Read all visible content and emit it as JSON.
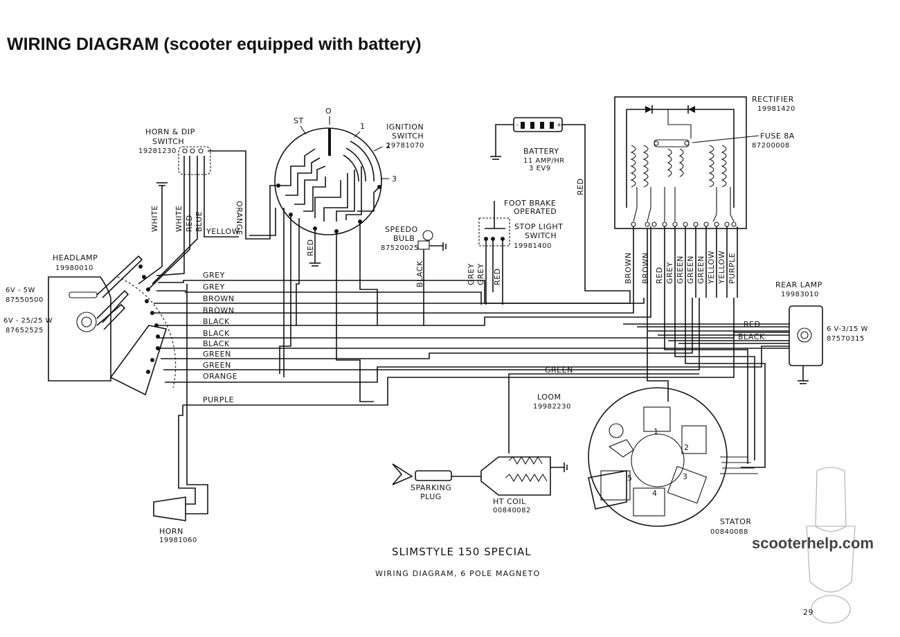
{
  "title": "WIRING DIAGRAM (scooter equipped with battery)",
  "caption": {
    "model": "SLIMSTYLE 150 SPECIAL",
    "subtitle": "WIRING DIAGRAM, 6 POLE MAGNETO"
  },
  "watermark": "scooterhelp.com",
  "page_number": "29",
  "components": {
    "horn_dip_switch": {
      "name_line1": "HORN & DIP",
      "name_line2": "SWITCH",
      "code": "19281230"
    },
    "ignition_switch": {
      "name_line1": "IGNITION",
      "name_line2": "SWITCH",
      "code": "19781070",
      "positions": [
        "O",
        "1",
        "2",
        "3",
        "ST"
      ]
    },
    "battery": {
      "name": "BATTERY",
      "spec1": "11 AMP/HR",
      "spec2": "3 EV9"
    },
    "rectifier": {
      "name": "RECTIFIER",
      "code": "19981420"
    },
    "fuse": {
      "name": "FUSE 8A",
      "code": "87200008"
    },
    "headlamp": {
      "name": "HEADLAMP",
      "code": "19980010",
      "bulb1_spec": "6V - 5W",
      "bulb1_code": "87550500",
      "bulb2_spec": "6V - 25/25 W",
      "bulb2_code": "87652525"
    },
    "speedo_bulb": {
      "name_line1": "SPEEDO",
      "name_line2": "BULB",
      "code": "87520025"
    },
    "foot_brake": {
      "name_line1": "FOOT BRAKE",
      "name_line2": "OPERATED"
    },
    "stop_light_switch": {
      "name_line1": "STOP LIGHT",
      "name_line2": "SWITCH",
      "code": "19981400"
    },
    "rear_lamp": {
      "name": "REAR LAMP",
      "code": "19983010",
      "spec": "6 V-3/15 W",
      "bulb_code": "87570315"
    },
    "loom": {
      "name": "LOOM",
      "code": "19982230"
    },
    "sparking_plug": {
      "name_line1": "SPARKING",
      "name_line2": "PLUG"
    },
    "ht_coil": {
      "name": "HT COIL",
      "code": "00840082"
    },
    "stator": {
      "name": "STATOR",
      "code": "00840088",
      "coil_numbers": [
        "1",
        "2",
        "3",
        "4",
        "5"
      ]
    },
    "horn": {
      "name": "HORN",
      "code": "19981060"
    }
  },
  "harness_labels": [
    "GREY",
    "GREY",
    "BROWN",
    "BROWN",
    "BLACK",
    "BLACK",
    "BLACK",
    "GREEN",
    "GREEN",
    "ORANGE",
    "PURPLE"
  ],
  "wire_labels": {
    "white_a": "WHITE",
    "white_b": "WHITE",
    "red_a": "RED",
    "blue": "BLUE",
    "yellow": "YELLOW",
    "orange": "ORANGE",
    "ign_red": "RED",
    "speedo_black": "BLACK",
    "stop_grey1": "GREY",
    "stop_grey2": "GREY",
    "stop_red": "RED",
    "battery_red": "RED",
    "green_loom": "GREEN",
    "rear_red": "RED",
    "rear_black": "BLACK",
    "rectifier_wires": [
      "BROWN",
      "BROWN",
      "RED",
      "GREY",
      "GREEN",
      "GREEN",
      "GREEN",
      "YELLOW",
      "YELLOW",
      "PURPLE"
    ]
  }
}
